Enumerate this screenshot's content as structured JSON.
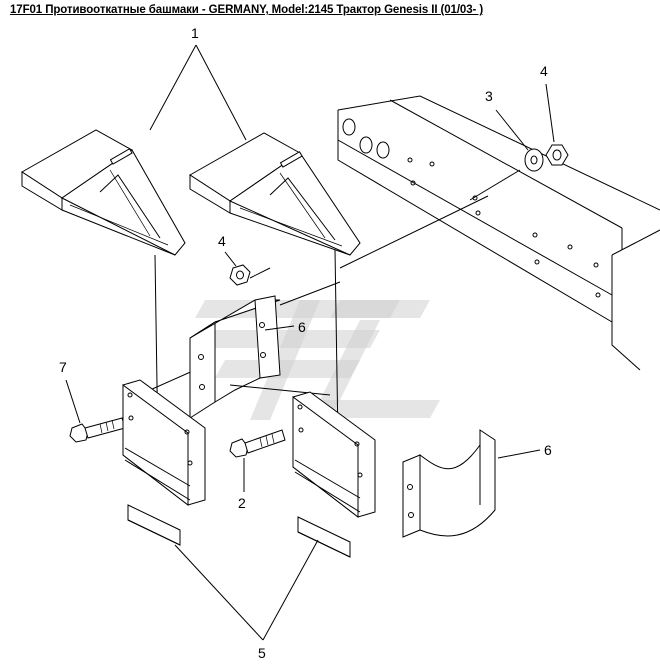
{
  "title": "17F01 Противооткатные башмаки - GERMANY, Model:2145 Трактор Genesis II (01/03- )",
  "callouts": {
    "c1": "1",
    "c2": "2",
    "c3": "3",
    "c4_top": "4",
    "c4_mid": "4",
    "c5": "5",
    "c6_mid": "6",
    "c6_right": "6",
    "c7": "7"
  }
}
